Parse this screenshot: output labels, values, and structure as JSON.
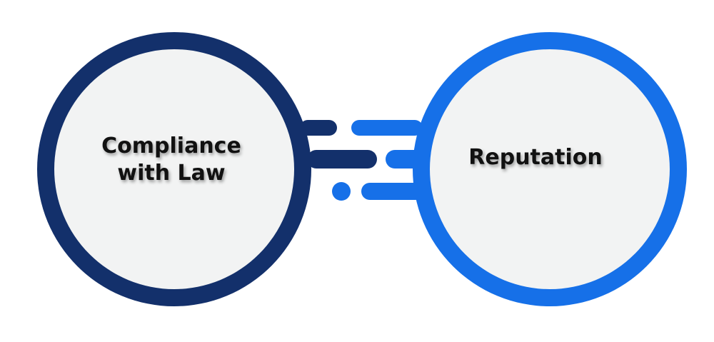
{
  "colors": {
    "left_ring": "#13306b",
    "right_ring": "#1670e8",
    "circle_fill": "#f2f3f3",
    "background": "#ffffff",
    "text": "#111111"
  },
  "left_circle": {
    "label_line1": "Compliance",
    "label_line2": "with Law"
  },
  "right_circle": {
    "label": "Reputation"
  }
}
